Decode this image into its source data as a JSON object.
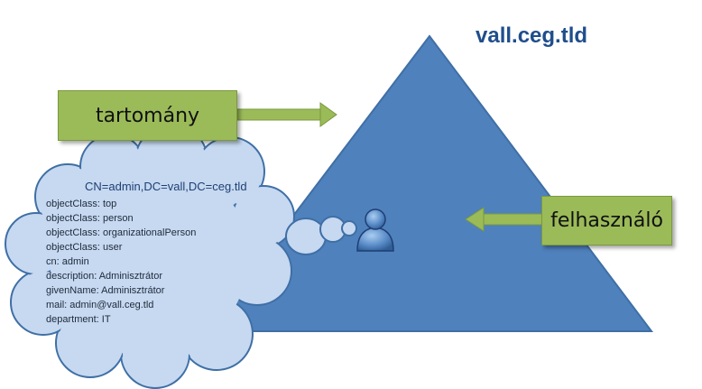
{
  "domain": {
    "name": "vall.ceg.tld"
  },
  "labels": {
    "domain_box": "tartomány",
    "user_box": "felhasználó"
  },
  "entry": {
    "dn": "CN=admin,DC=vall,DC=ceg.tld",
    "attributes": [
      "objectClass: top",
      "objectClass: person",
      "objectClass: organizationalPerson",
      "objectClass: user",
      "cn: admin",
      "description: Adminisztrátor",
      "givenName: Adminisztrátor",
      "mail: admin@vall.ceg.tld",
      "department: IT"
    ]
  },
  "icons": {
    "user": "user-icon",
    "arrow_to_domain": "arrow-right-icon",
    "arrow_to_user": "arrow-left-icon"
  },
  "colors": {
    "triangle": "#4f81bd",
    "label_box": "#9bbb59",
    "cloud": "#c6d9f1",
    "title": "#1f4e8c"
  }
}
